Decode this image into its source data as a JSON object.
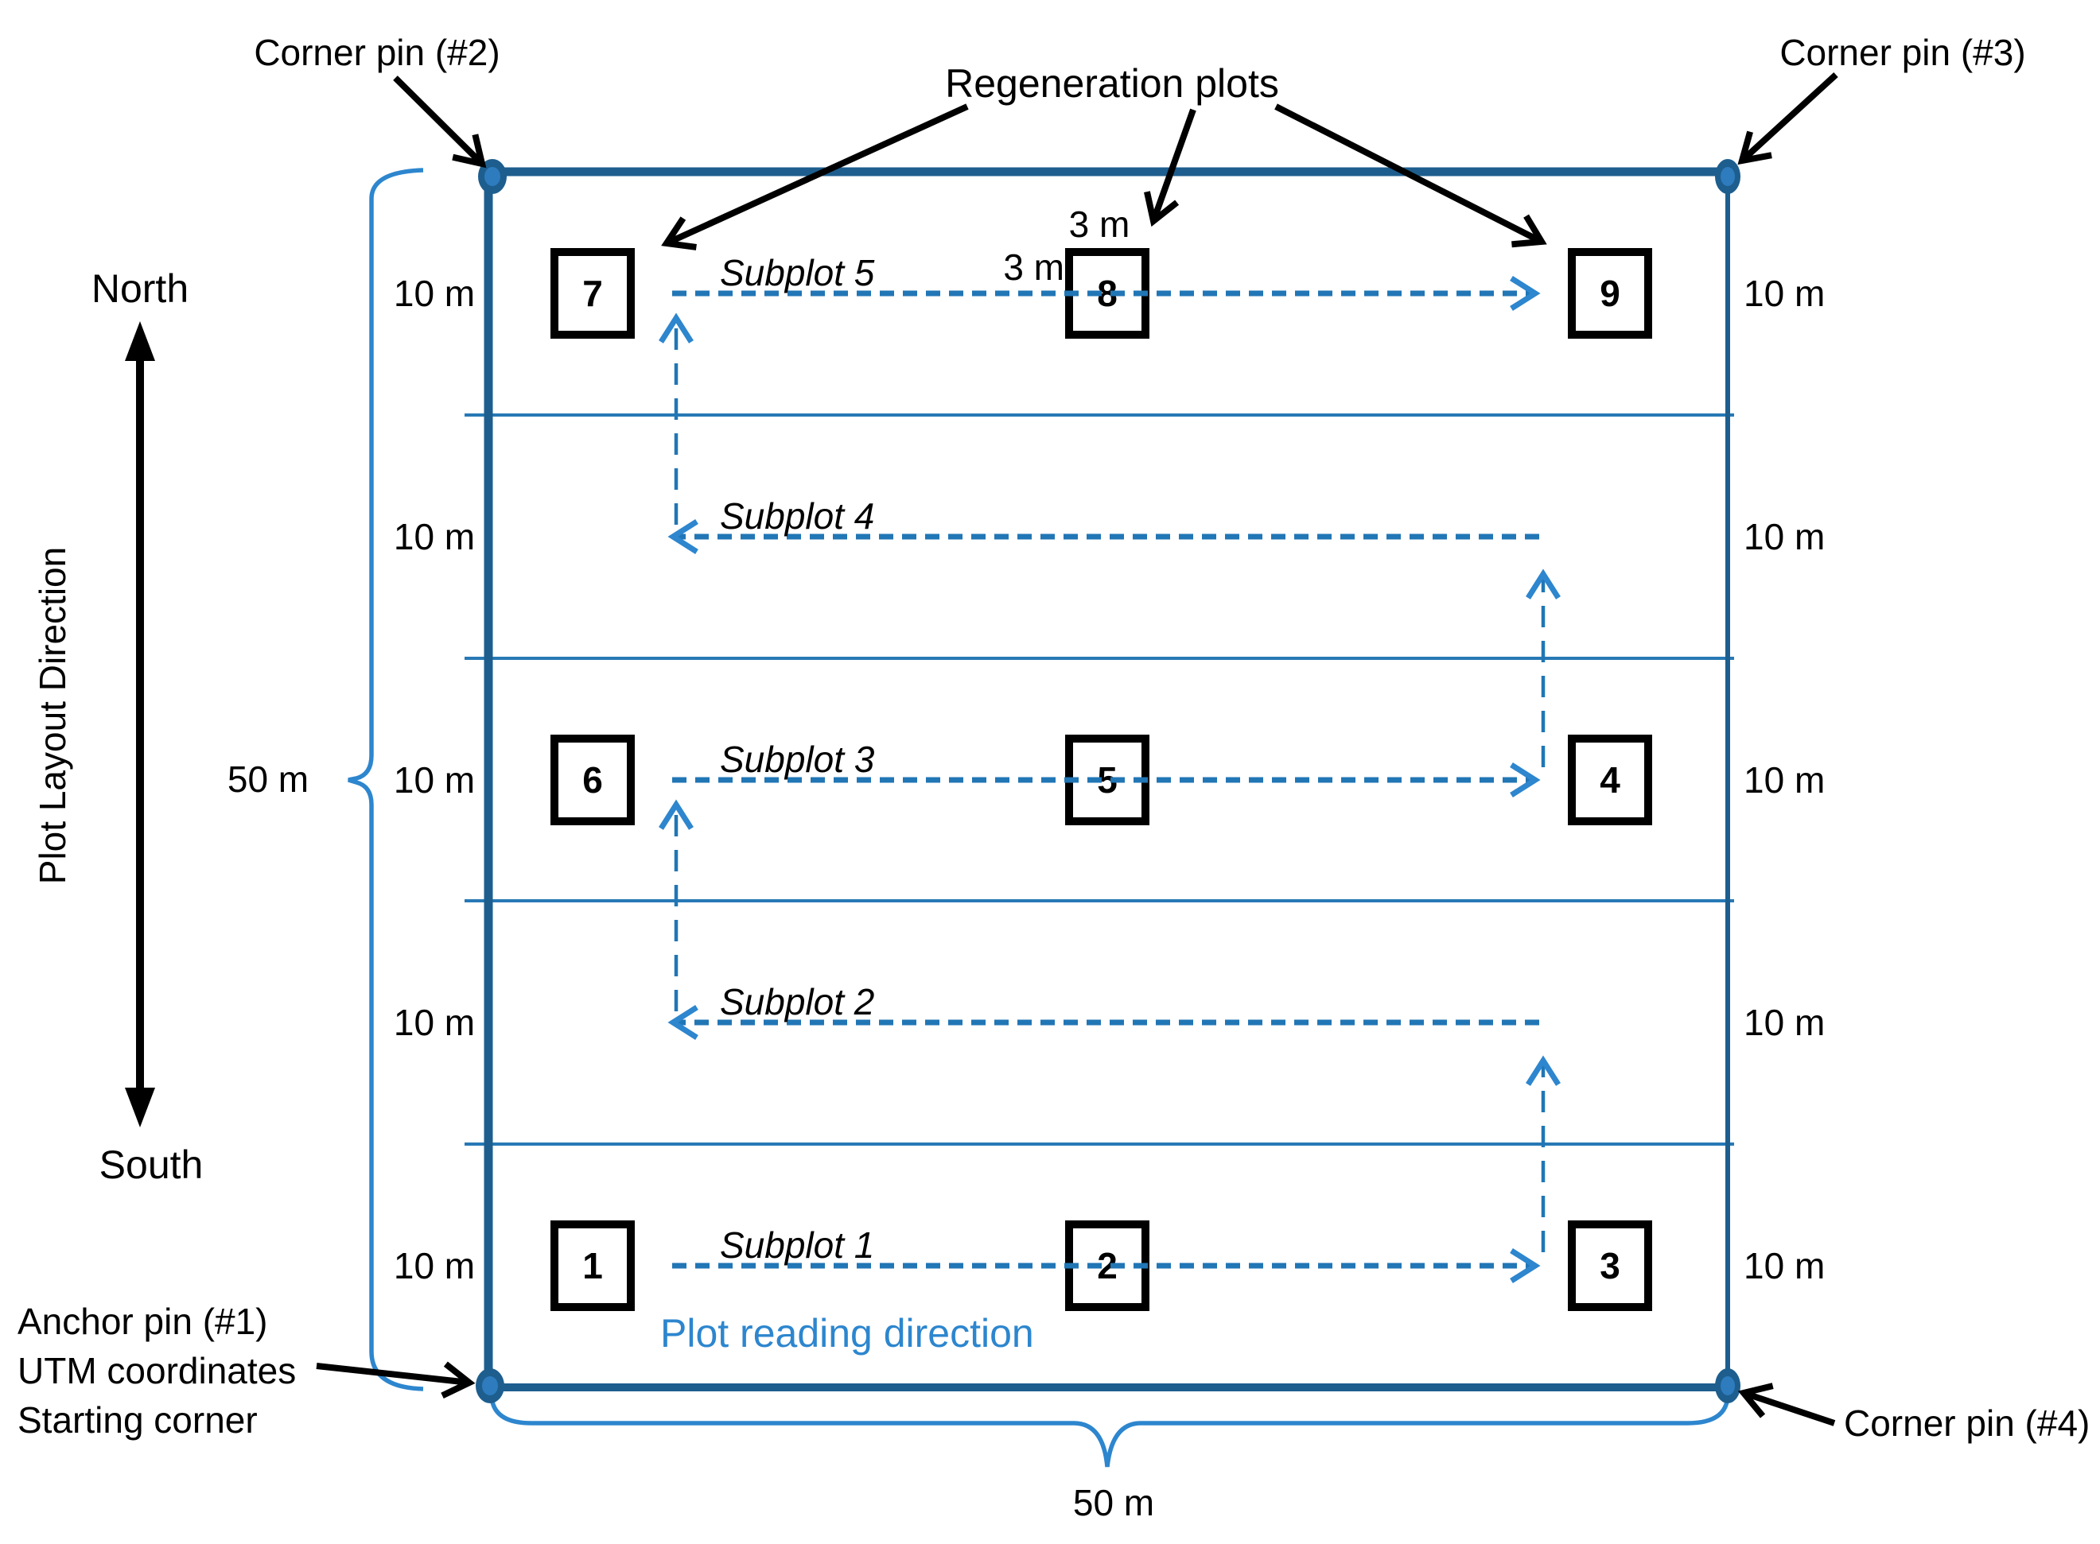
{
  "compass": {
    "north": "North",
    "south": "South",
    "direction_label": "Plot Layout Direction"
  },
  "corner_labels": {
    "pin2": "Corner pin (#2)",
    "pin3": "Corner pin (#3)",
    "pin4": "Corner pin (#4)",
    "anchor_lines": [
      "Anchor pin (#1)",
      "UTM coordinates",
      "Starting corner"
    ]
  },
  "regeneration": {
    "label": "Regeneration plots",
    "plot_numbers": [
      "1",
      "2",
      "3",
      "4",
      "5",
      "6",
      "7",
      "8",
      "9"
    ]
  },
  "subplots": [
    {
      "name": "Subplot 1"
    },
    {
      "name": "Subplot 2"
    },
    {
      "name": "Subplot 3"
    },
    {
      "name": "Subplot 4"
    },
    {
      "name": "Subplot 5"
    }
  ],
  "reading_direction_label": "Plot reading direction",
  "dimensions": {
    "side_left": "50 m",
    "side_bottom": "50 m",
    "regen_width_top": "3 m",
    "regen_width_left": "3 m",
    "rows_left": [
      "10 m",
      "10 m",
      "10 m",
      "10 m",
      "10 m"
    ],
    "rows_right": [
      "10 m",
      "10 m",
      "10 m",
      "10 m",
      "10 m"
    ]
  },
  "colors": {
    "boundary_blue": "#1D5E8E",
    "divider_blue": "#2779B5",
    "dash_blue": "#2176B5",
    "bright_blue": "#2D86CE",
    "pin_inner_blue": "#2E7CBE",
    "black": "#000000"
  }
}
